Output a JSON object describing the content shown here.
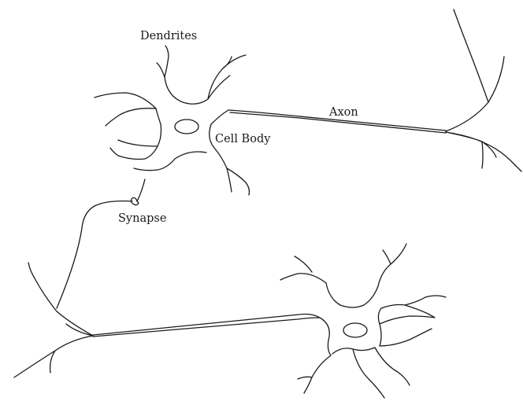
{
  "diagram": {
    "labels": {
      "dendrites": "Dendrites",
      "axon": "Axon",
      "cell_body": "Cell Body",
      "synapse": "Synapse"
    },
    "colors": {
      "stroke": "#1a1a1a",
      "background": "#ffffff"
    }
  }
}
